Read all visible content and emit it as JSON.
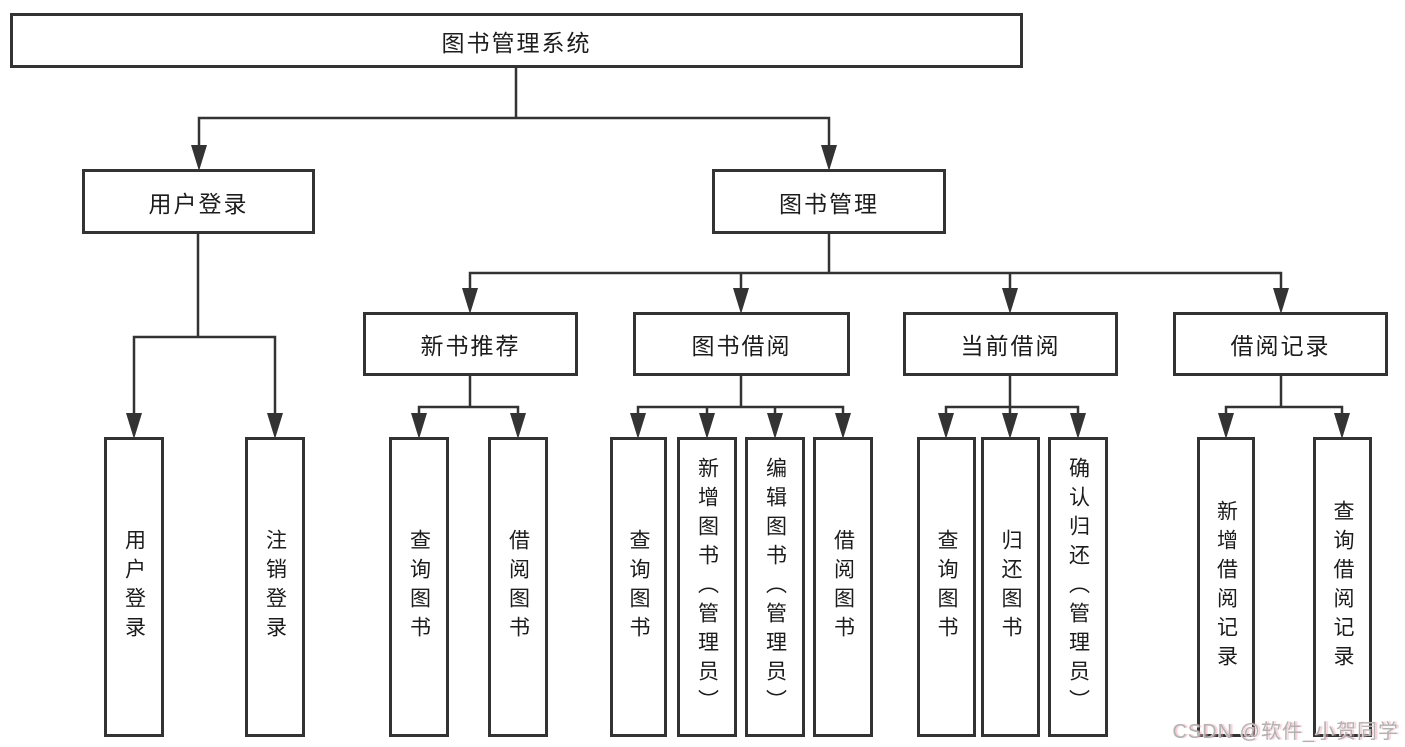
{
  "tree": {
    "label": "图书管理系统",
    "children": [
      {
        "label": "用户登录",
        "children": [
          {
            "label": "用户登录"
          },
          {
            "label": "注销登录"
          }
        ]
      },
      {
        "label": "图书管理",
        "children": [
          {
            "label": "新书推荐",
            "children": [
              {
                "label": "查询图书"
              },
              {
                "label": "借阅图书"
              }
            ]
          },
          {
            "label": "图书借阅",
            "children": [
              {
                "label": "查询图书"
              },
              {
                "label": "新增图书（管理员）"
              },
              {
                "label": "编辑图书（管理员）"
              },
              {
                "label": "借阅图书"
              }
            ]
          },
          {
            "label": "当前借阅",
            "children": [
              {
                "label": "查询图书"
              },
              {
                "label": "归还图书"
              },
              {
                "label": "确认归还（管理员）"
              }
            ]
          },
          {
            "label": "借阅记录",
            "children": [
              {
                "label": "新增借阅记录"
              },
              {
                "label": "查询借阅记录"
              }
            ]
          }
        ]
      }
    ]
  },
  "watermark": "CSDN @软件_小贺同学",
  "colors": {
    "line": "#333333",
    "box_border": "#333333",
    "box_fill": "#ffffff",
    "text": "#1c1c1c",
    "background": "#ffffff",
    "watermark_text": "#b2b2b2",
    "watermark_shadow": "#eea0b0"
  }
}
